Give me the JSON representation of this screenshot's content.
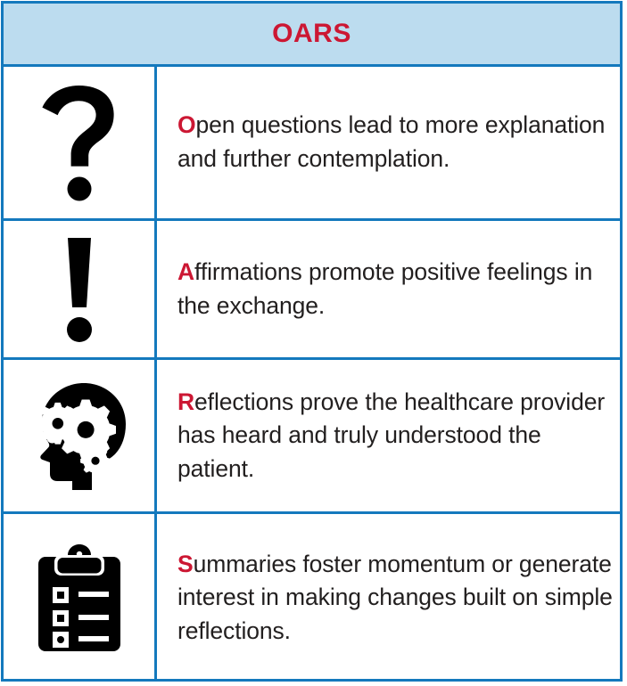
{
  "header": {
    "title": "OARS",
    "background_color": "#bcdcef",
    "title_color": "#cc1733",
    "border_color": "#1479bd"
  },
  "colors": {
    "border": "#1479bd",
    "header_fill": "#bcdcef",
    "accent_red": "#cc1733",
    "text": "#221f1f",
    "icon": "#000000",
    "cell_fill": "#ffffff"
  },
  "rows": [
    {
      "icon_name": "question-mark-icon",
      "initial": "O",
      "rest": "pen questions lead to more explanation and further contemplation.",
      "full_text": "Open questions lead to more explanation and further contemplation."
    },
    {
      "icon_name": "exclamation-mark-icon",
      "initial": "A",
      "rest": "ffirmations promote positive feelings in the exchange.",
      "full_text": "Affirmations promote positive feelings in the exchange."
    },
    {
      "icon_name": "head-with-gears-icon",
      "initial": "R",
      "rest": "eflections prove the healthcare provider has heard and truly understood the patient.",
      "full_text": "Reflections prove the healthcare provider has heard and truly understood the patient."
    },
    {
      "icon_name": "clipboard-checklist-icon",
      "initial": "S",
      "rest": "ummaries foster momentum or generate interest in making changes built on simple reflections.",
      "full_text": "Summaries foster momentum or generate interest in making changes built on simple reflections."
    }
  ]
}
